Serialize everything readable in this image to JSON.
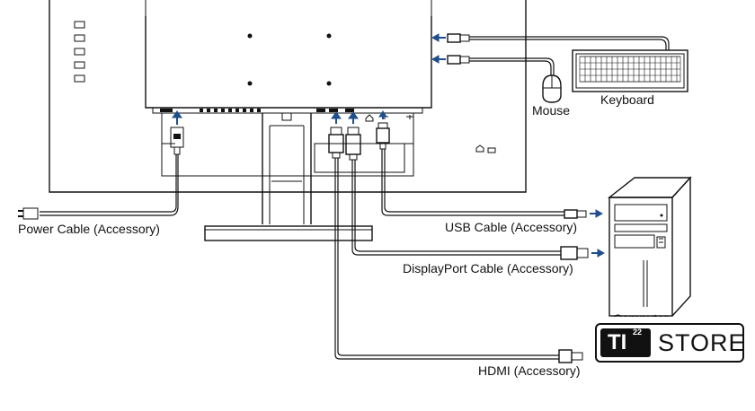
{
  "labels": {
    "mouse": "Mouse",
    "keyboard": "Keyboard",
    "power_cable": "Power Cable (Accessory)",
    "usb_cable": "USB Cable (Accessory)",
    "displayport_cable": "DisplayPort Cable (Accessory)",
    "computer": "Computer",
    "hdmi": "HDMI (Accessory)"
  },
  "watermark": {
    "logo_text": "TI",
    "logo_superscript": "22",
    "store_text": "STORE"
  },
  "colors": {
    "line": "#111111",
    "arrow": "#1f4e8c"
  }
}
